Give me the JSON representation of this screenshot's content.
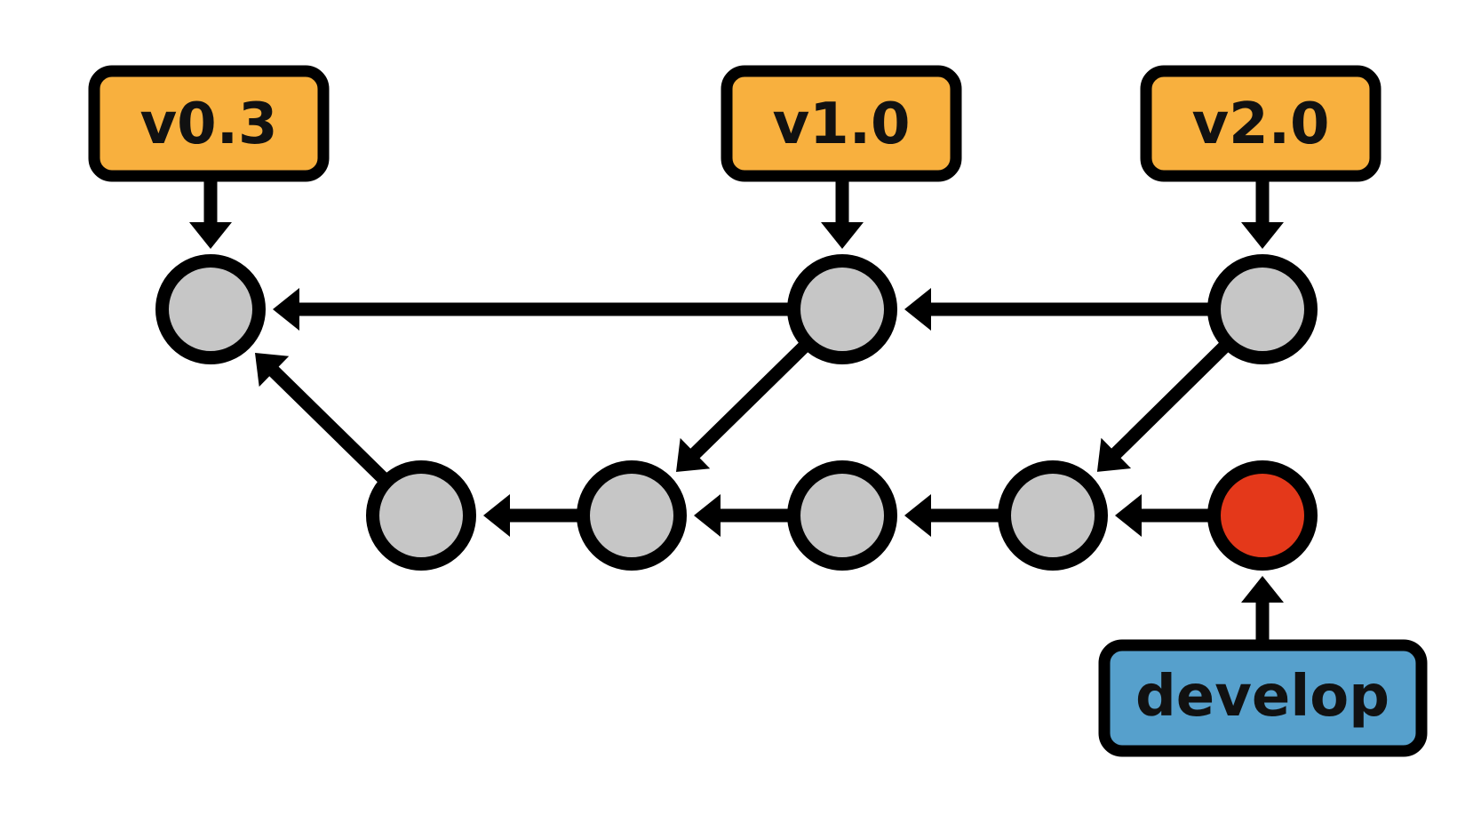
{
  "tags": [
    {
      "id": "tag-v03",
      "label": "v0.3",
      "target": "c0"
    },
    {
      "id": "tag-v10",
      "label": "v1.0",
      "target": "c5"
    },
    {
      "id": "tag-v20",
      "label": "v2.0",
      "target": "c6"
    }
  ],
  "branch": {
    "id": "branch-develop",
    "label": "develop",
    "target": "c7"
  },
  "commits": [
    {
      "id": "c0",
      "role": "commit"
    },
    {
      "id": "c1",
      "role": "commit"
    },
    {
      "id": "c2",
      "role": "commit"
    },
    {
      "id": "c3",
      "role": "commit"
    },
    {
      "id": "c4",
      "role": "commit"
    },
    {
      "id": "c5",
      "role": "commit"
    },
    {
      "id": "c6",
      "role": "commit"
    },
    {
      "id": "c7",
      "role": "head"
    }
  ],
  "edges": [
    {
      "from": "c5",
      "to": "c0"
    },
    {
      "from": "c6",
      "to": "c5"
    },
    {
      "from": "c1",
      "to": "c0"
    },
    {
      "from": "c5",
      "to": "c2"
    },
    {
      "from": "c6",
      "to": "c4"
    },
    {
      "from": "c2",
      "to": "c1"
    },
    {
      "from": "c3",
      "to": "c2"
    },
    {
      "from": "c4",
      "to": "c3"
    },
    {
      "from": "c7",
      "to": "c4"
    }
  ],
  "colors": {
    "tag_fill": "#F8B03E",
    "branch_fill": "#56A0CC",
    "commit_fill": "#C6C6C6",
    "head_fill": "#E4381A",
    "stroke": "#000000"
  }
}
